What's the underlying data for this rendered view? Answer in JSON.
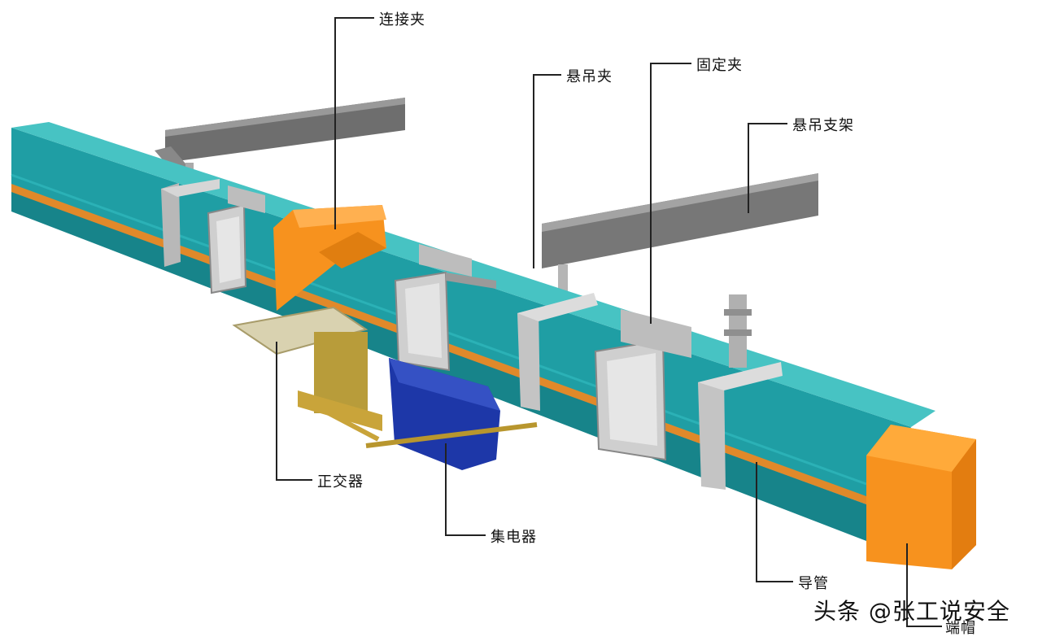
{
  "labels": {
    "connector_clamp": "连接夹",
    "hanging_clamp": "悬吊夹",
    "fixed_clamp": "固定夹",
    "hanging_bracket": "悬吊支架",
    "orthogonal_device": "正交器",
    "current_collector": "集电器",
    "conduit": "导管",
    "end_cap": "端帽"
  },
  "watermark": "头条 @张工说安全",
  "colors": {
    "rail_top": "#35b5b5",
    "rail_side": "#1f9ea4",
    "stripe": "#e0892a",
    "cap_orange": "#f7921e",
    "collector_blue": "#1d37a8",
    "bracket_gray": "#777777",
    "clamp_silver": "#c8c8c8",
    "brass": "#b8962e"
  }
}
